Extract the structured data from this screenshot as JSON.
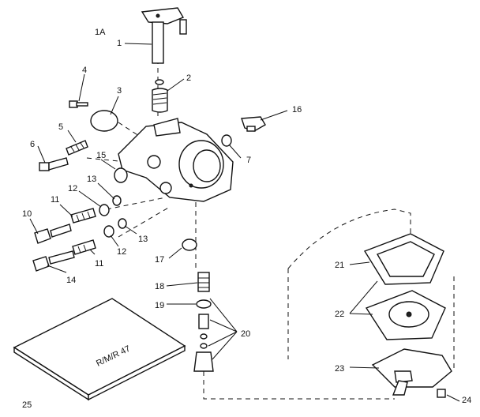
{
  "labels": {
    "p1a": "1A",
    "p1": "1",
    "p2": "2",
    "p3": "3",
    "p4": "4",
    "p5": "5",
    "p6": "6",
    "p7": "7",
    "p10": "10",
    "p11a": "11",
    "p11b": "11",
    "p12a": "12",
    "p12b": "12",
    "p13a": "13",
    "p13b": "13",
    "p14": "14",
    "p15": "15",
    "p16": "16",
    "p17": "17",
    "p18": "18",
    "p19": "19",
    "p20": "20",
    "p21": "21",
    "p22": "22",
    "p23": "23",
    "p24": "24",
    "p25": "25"
  },
  "kit_text": "R/M/R 47"
}
